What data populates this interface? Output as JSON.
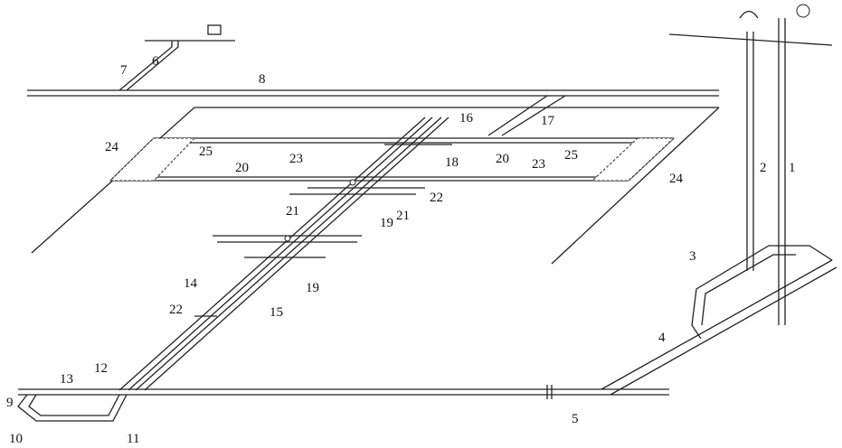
{
  "labels": {
    "l1": "1",
    "l2": "2",
    "l3": "3",
    "l4": "4",
    "l5": "5",
    "l6": "6",
    "l7": "7",
    "l8": "8",
    "l9": "9",
    "l10": "10",
    "l11": "11",
    "l12": "12",
    "l13": "13",
    "l14": "14",
    "l15": "15",
    "l16": "16",
    "l17": "17",
    "l18": "18",
    "l19a": "19",
    "l19b": "19",
    "l20a": "20",
    "l20b": "20",
    "l21a": "21",
    "l21b": "21",
    "l22a": "22",
    "l22b": "22",
    "l23a": "23",
    "l23b": "23",
    "l24a": "24",
    "l24b": "24",
    "l25a": "25",
    "l25b": "25"
  }
}
